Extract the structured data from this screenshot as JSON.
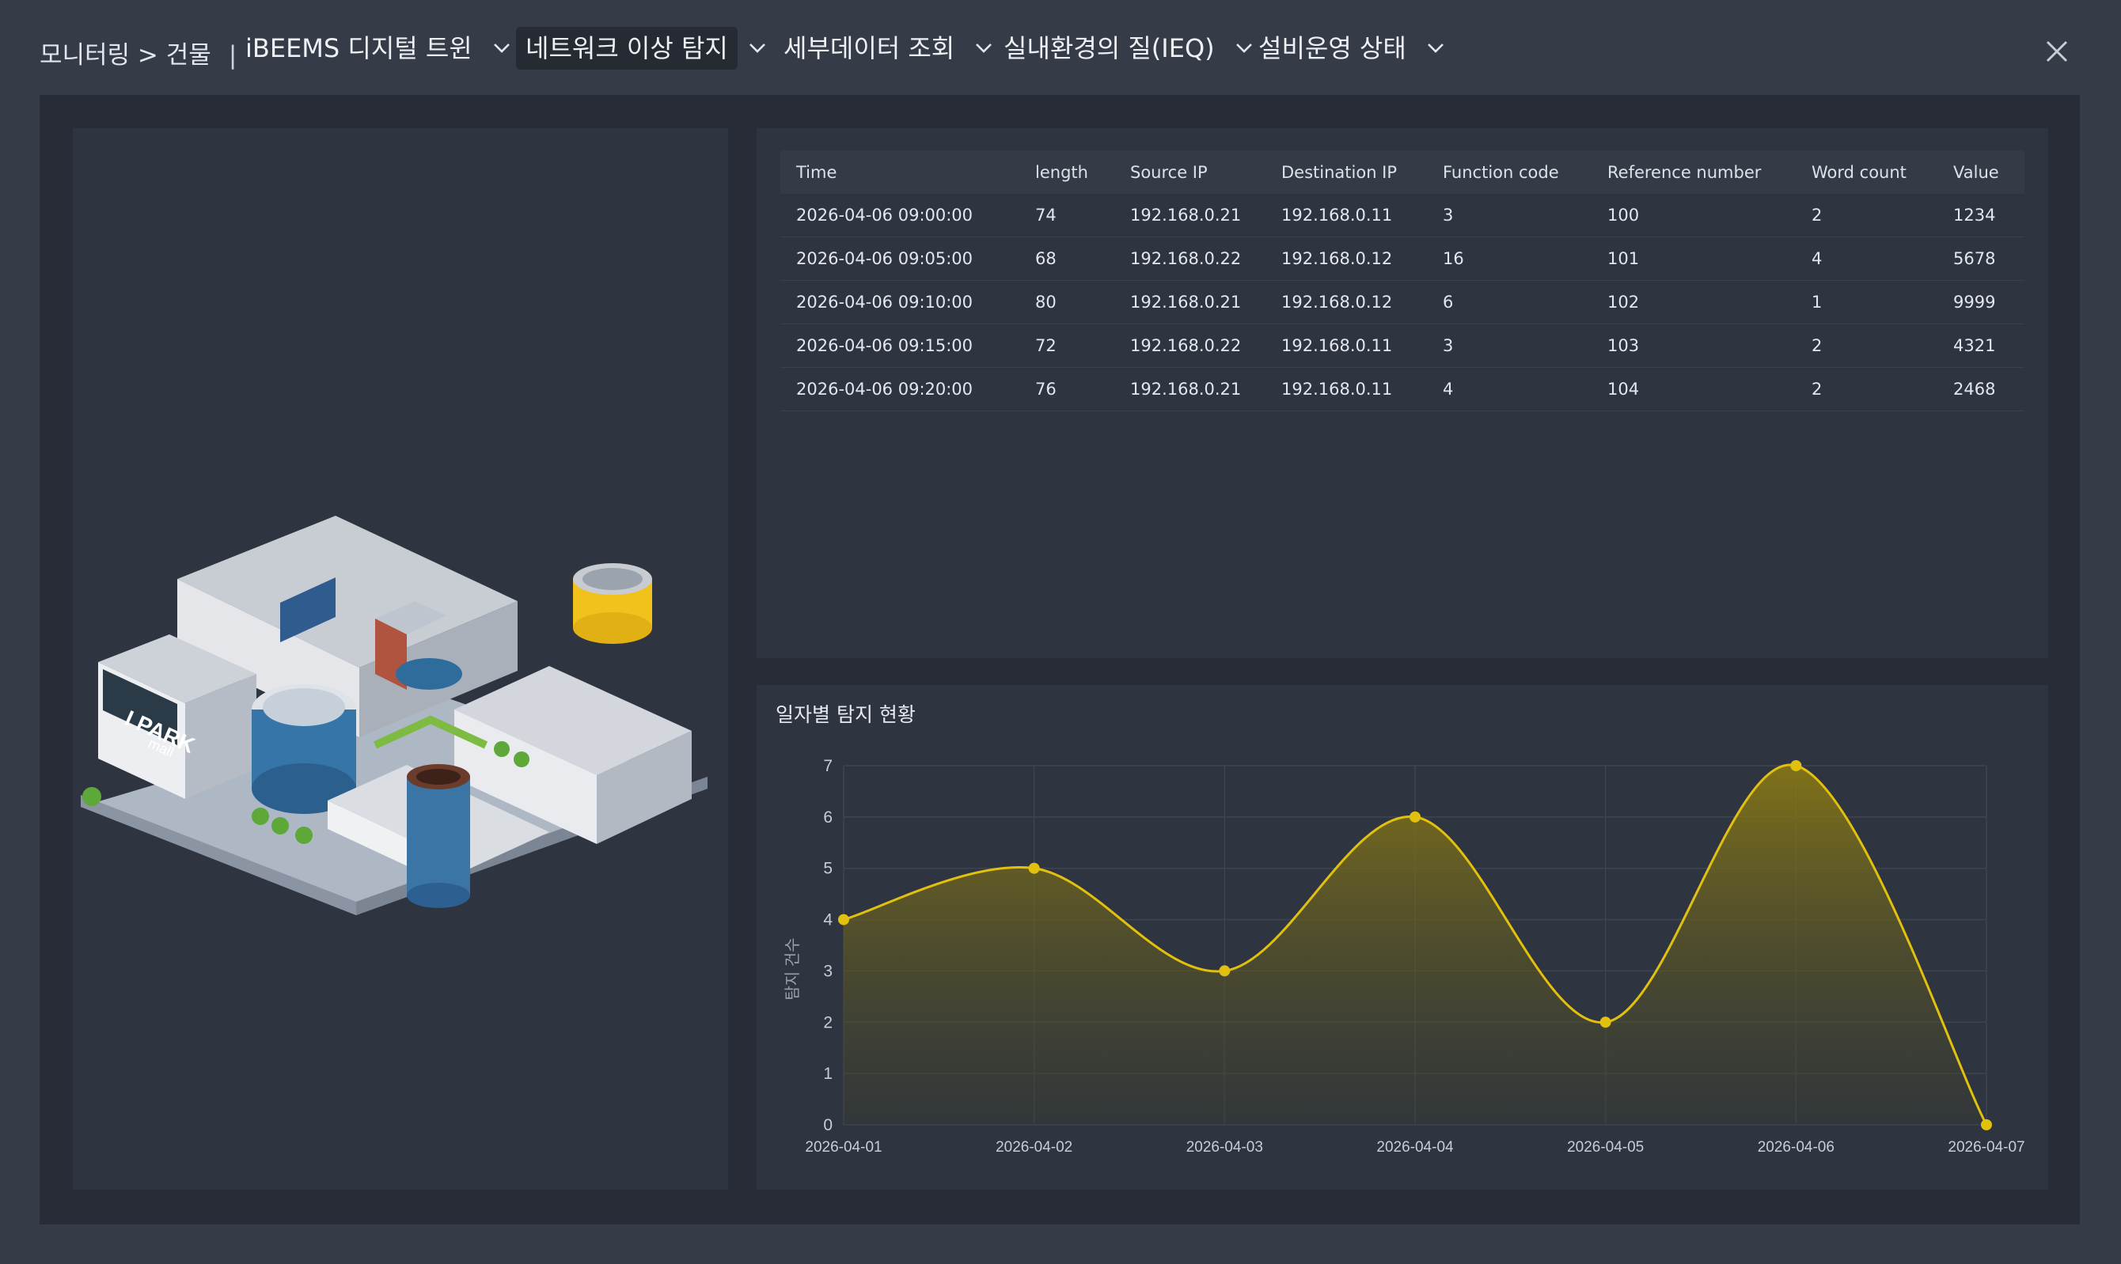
{
  "breadcrumb": {
    "path": "모니터링 > 건물",
    "separator": "|"
  },
  "nav": [
    {
      "label": "iBEEMS 디지털 트윈",
      "active": false
    },
    {
      "label": "네트워크 이상 탐지",
      "active": true
    },
    {
      "label": "세부데이터 조회",
      "active": false
    },
    {
      "label": "실내환경의 질(IEQ)",
      "active": false
    },
    {
      "label": "설비운영 상태",
      "active": false
    }
  ],
  "building_sign": {
    "line1": "I PARK",
    "line2": "mall"
  },
  "table": {
    "columns": [
      "Time",
      "length",
      "Source IP",
      "Destination IP",
      "Function code",
      "Reference number",
      "Word count",
      "Value"
    ],
    "rows": [
      [
        "2026-04-06 09:00:00",
        "74",
        "192.168.0.21",
        "192.168.0.11",
        "3",
        "100",
        "2",
        "1234"
      ],
      [
        "2026-04-06 09:05:00",
        "68",
        "192.168.0.22",
        "192.168.0.12",
        "16",
        "101",
        "4",
        "5678"
      ],
      [
        "2026-04-06 09:10:00",
        "80",
        "192.168.0.21",
        "192.168.0.12",
        "6",
        "102",
        "1",
        "9999"
      ],
      [
        "2026-04-06 09:15:00",
        "72",
        "192.168.0.22",
        "192.168.0.11",
        "3",
        "103",
        "2",
        "4321"
      ],
      [
        "2026-04-06 09:20:00",
        "76",
        "192.168.0.21",
        "192.168.0.11",
        "4",
        "104",
        "2",
        "2468"
      ]
    ]
  },
  "chart_data": {
    "type": "area",
    "title": "일자별 탐지 현황",
    "ylabel": "탐지 건수",
    "xlabel": "",
    "x": [
      "2026-04-01",
      "2026-04-02",
      "2026-04-03",
      "2026-04-04",
      "2026-04-05",
      "2026-04-06",
      "2026-04-07"
    ],
    "values": [
      4,
      5,
      3,
      6,
      2,
      7,
      0
    ],
    "ylim": [
      0,
      7
    ],
    "yticks": [
      0,
      1,
      2,
      3,
      4,
      5,
      6,
      7
    ],
    "grid": true,
    "line_color": "#e2c10e"
  }
}
